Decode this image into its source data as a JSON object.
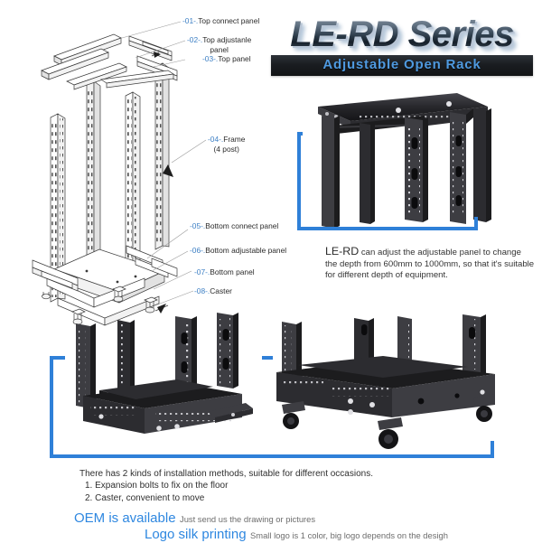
{
  "header": {
    "title": "LE-RD Series",
    "subtitle": "Adjustable Open Rack",
    "accent_blue": "#2f80d8",
    "subtitle_blue": "#4f9ae0",
    "title_dark": "#293642"
  },
  "diagram": {
    "name": "exploded-rack-assembly-drawing",
    "callouts": [
      {
        "num": "-01-.",
        "label": "Top connect panel"
      },
      {
        "num": "-02-.",
        "label": "Top adjustanle",
        "label2": "panel"
      },
      {
        "num": "-03-.",
        "label": "Top panel"
      },
      {
        "num": "-04-.",
        "label": "Frame",
        "label2": "(4 post)"
      },
      {
        "num": "-05-.",
        "label": "Bottom connect panel"
      },
      {
        "num": "-06-.",
        "label": "Bottom adjustable panel"
      },
      {
        "num": "-07-.",
        "label": "Bottom panel"
      },
      {
        "num": "-08-.",
        "label": "Caster"
      }
    ]
  },
  "photos": {
    "top_right": "open-rack-frame-photo",
    "bottom_left": "rack-base-expansion-bolt-photo",
    "bottom_right": "rack-base-caster-photo"
  },
  "description": {
    "lead": "LE-RD",
    "rest": " can adjust the adjustable panel to change the depth from 600mm to 1000mm, so that it's suitable for different depth of equipment."
  },
  "installation": {
    "intro": "There has 2 kinds of installation methods, suitable for different occasions.",
    "items": [
      "1. Expansion bolts to fix on the floor",
      "2. Caster, convenient to move"
    ]
  },
  "oem": {
    "headline": "OEM is available",
    "sub": "Just send us the drawing or pictures"
  },
  "logo_printing": {
    "headline": "Logo silk printing",
    "sub": "Small logo is 1 color, big logo depends on the desigh"
  }
}
